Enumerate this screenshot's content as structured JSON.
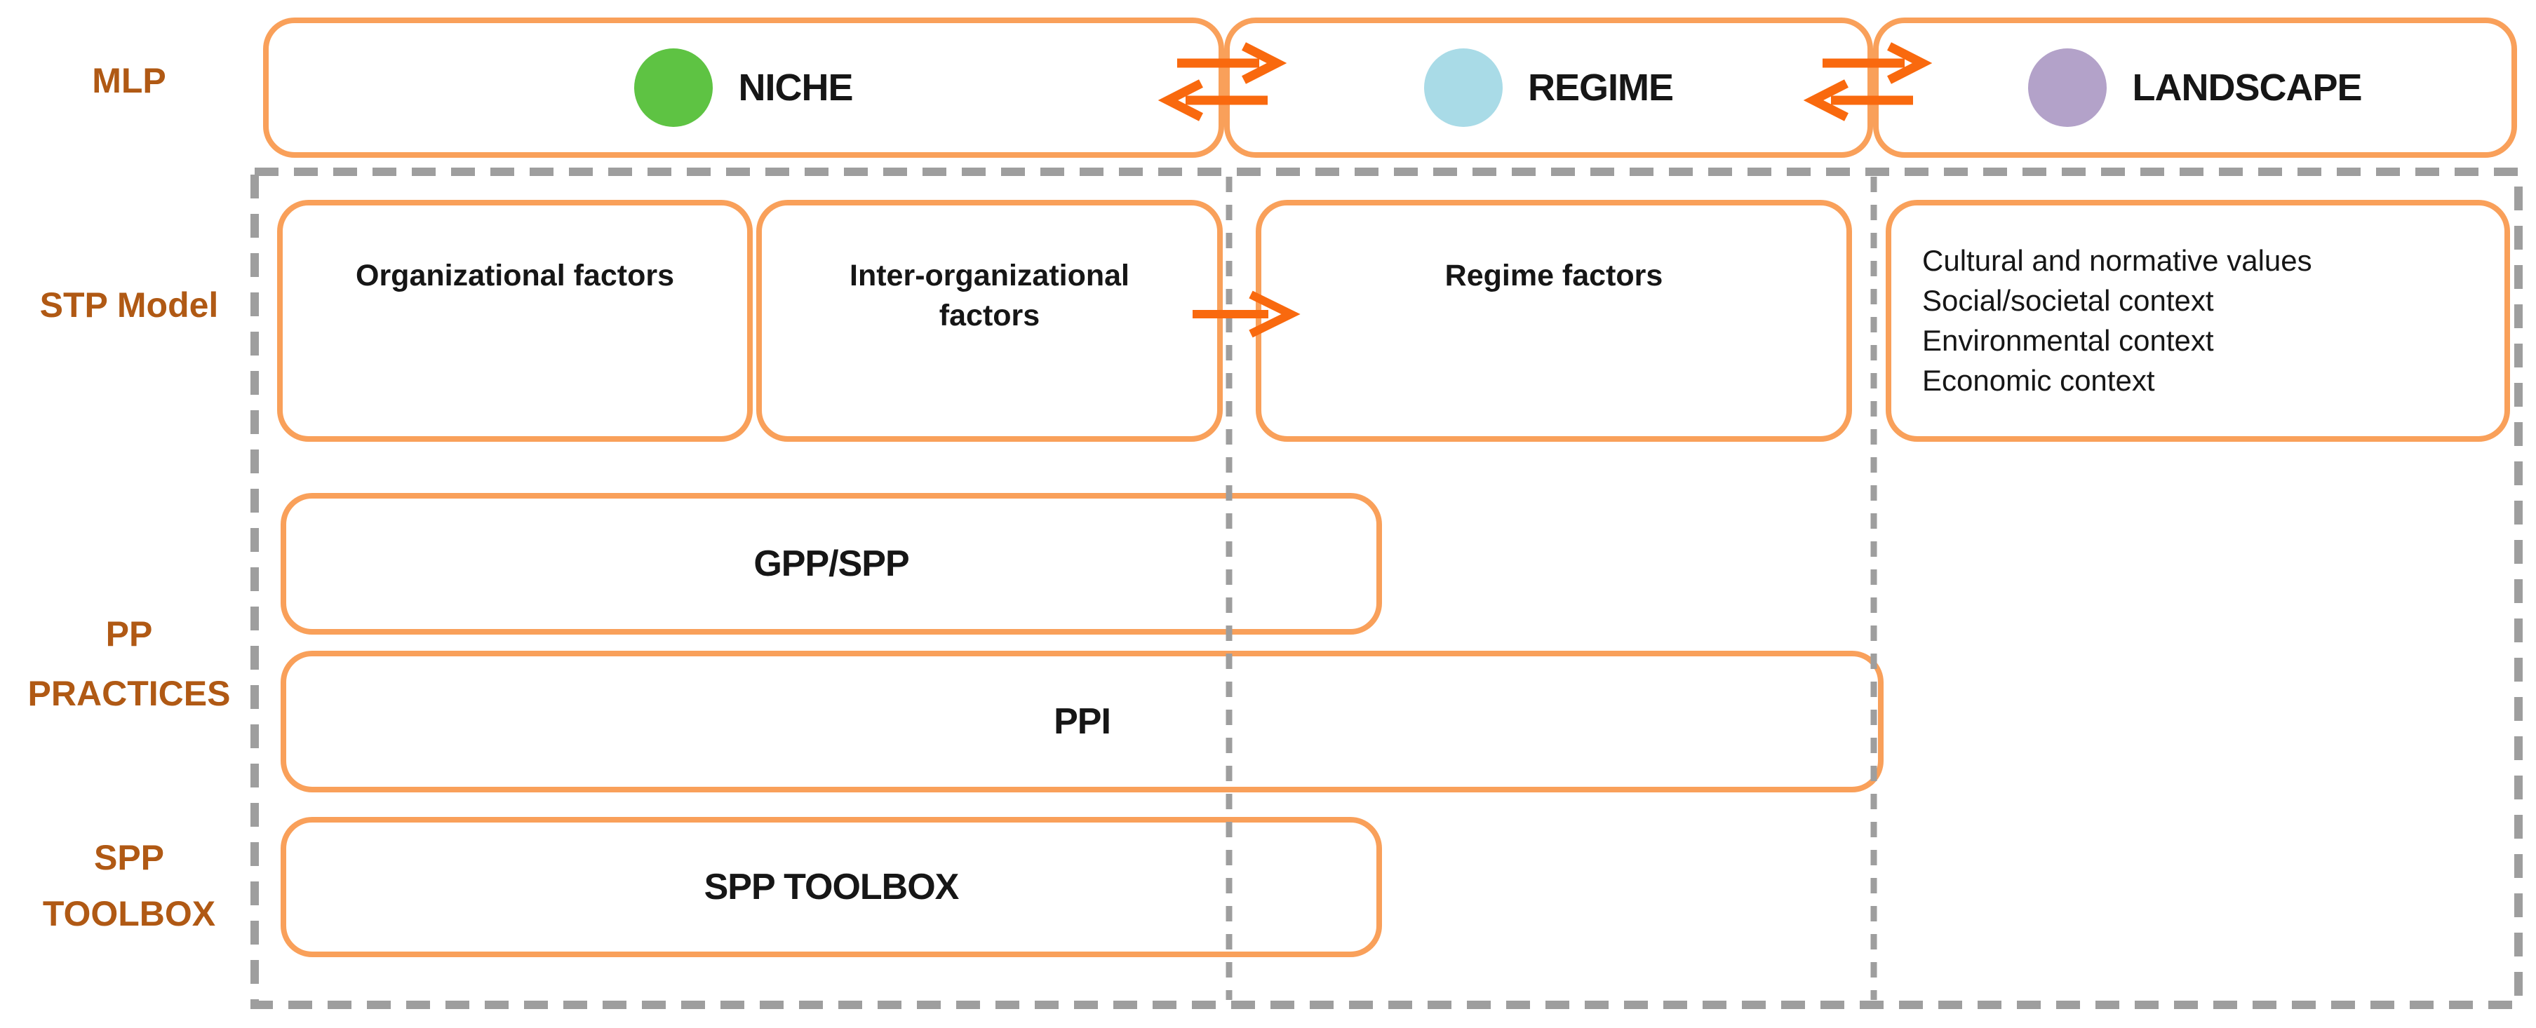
{
  "colors": {
    "border_orange": "#F9A05A",
    "arrow_orange": "#F9690E",
    "label_brown": "#B05914",
    "dash_gray": "#9E9E9E",
    "niche_green": "#5EC343",
    "regime_blue": "#A9DBE7",
    "landscape_purple": "#B3A2C9",
    "text_black": "#161616"
  },
  "row_labels": {
    "mlp": "MLP",
    "stp": "STP Model",
    "pp_practices": [
      "PP",
      "PRACTICES"
    ],
    "spp_toolbox": [
      "SPP",
      "TOOLBOX"
    ]
  },
  "mlp_row": {
    "niche_label": "NICHE",
    "regime_label": "REGIME",
    "landscape_label": "LANDSCAPE"
  },
  "stp_row": {
    "organizational": "Organizational factors",
    "inter_organizational": "Inter-organizational factors",
    "regime_factors": "Regime factors",
    "landscape_context": [
      "Cultural and normative values",
      "Social/societal context",
      "Environmental context",
      "Economic context"
    ]
  },
  "pp_row": {
    "gpp_spp": "GPP/SPP",
    "ppi": "PPI"
  },
  "toolbox_row": {
    "spp_toolbox": "SPP TOOLBOX"
  }
}
